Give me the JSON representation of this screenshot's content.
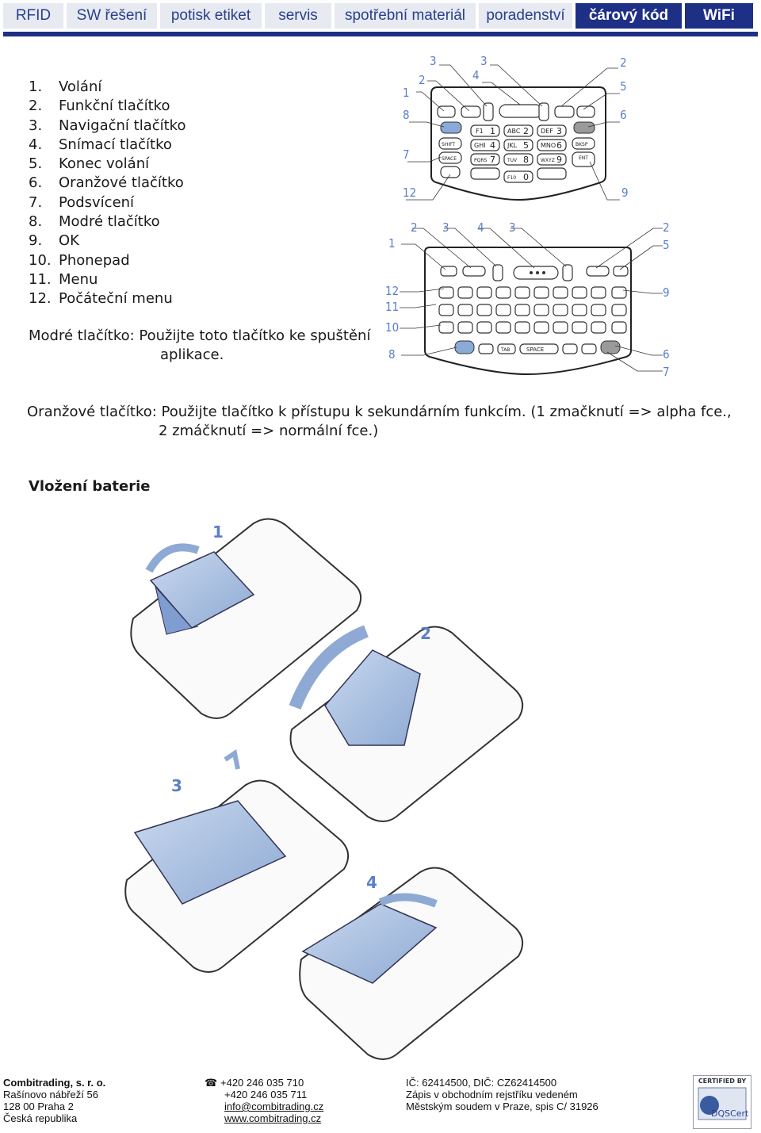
{
  "nav": {
    "tabs": [
      {
        "label": "RFID",
        "active": false
      },
      {
        "label": "SW řešení",
        "active": false
      },
      {
        "label": "potisk etiket",
        "active": false
      },
      {
        "label": "servis",
        "active": false
      },
      {
        "label": "spotřební materiál",
        "active": false
      },
      {
        "label": "poradenství",
        "active": false
      },
      {
        "label": "čárový kód",
        "active": true
      },
      {
        "label": "WiFi",
        "active": false
      }
    ],
    "accent_color": "#1e2f86"
  },
  "keys_list": [
    {
      "num": "1.",
      "label": "Volání"
    },
    {
      "num": "2.",
      "label": "Funkční tlačítko"
    },
    {
      "num": "3.",
      "label": "Navigační tlačítko"
    },
    {
      "num": "4.",
      "label": "Snímací tlačítko"
    },
    {
      "num": "5.",
      "label": "Konec volání"
    },
    {
      "num": "6.",
      "label": "Oranžové tlačítko"
    },
    {
      "num": "7.",
      "label": "Podsvícení"
    },
    {
      "num": "8.",
      "label": "Modré tlačítko"
    },
    {
      "num": "9.",
      "label": "OK"
    },
    {
      "num": "10.",
      "label": "Phonepad"
    },
    {
      "num": "11.",
      "label": "Menu"
    },
    {
      "num": "12.",
      "label": "Počáteční menu"
    }
  ],
  "blue_key": {
    "line1": "Modré tlačítko: Použijte toto tlačítko ke spuštění",
    "line2": "aplikace."
  },
  "orange_key": {
    "line1": "Oranžové tlačítko: Použijte tlačítko k přístupu k sekundárním funkcím. (1 zmačknutí => alpha fce.,",
    "line2": "2 zmáčknutí => normální fce.)"
  },
  "battery_heading": "Vložení baterie",
  "keypad1_callouts": {
    "c3a": "3",
    "c3b": "3",
    "c2a": "2",
    "c4": "4",
    "c2b": "2",
    "c1": "1",
    "c5": "5",
    "c8": "8",
    "c6": "6",
    "c7": "7",
    "c12": "12",
    "c9": "9"
  },
  "keypad1_keys": [
    "F1",
    "ABC",
    "DEF",
    "GHI",
    "JKL",
    "MNO",
    "BKSP",
    "SHIFT",
    "SPACE",
    "PQRS",
    "TUV",
    "WXYZ",
    "ENT",
    "F10"
  ],
  "keypad2_callouts": {
    "c2a": "2",
    "c3a": "3",
    "c4": "4",
    "c3b": "3",
    "c2b": "2",
    "c1": "1",
    "c5": "5",
    "c12": "12",
    "c9": "9",
    "c11": "11",
    "c10": "10",
    "c8": "8",
    "c6": "6",
    "c7": "7"
  },
  "keypad2_keys": [
    "TAB",
    "SPACE"
  ],
  "battery_steps": [
    "1",
    "2",
    "3",
    "4"
  ],
  "footer": {
    "company": "Combitrading, s. r. o.",
    "street": "Rašínovo nábřeží 56",
    "city": "128 00  Praha 2",
    "country": "Česká republika",
    "phone1": "+420 246 035 710",
    "phone2": "+420 246 035 711",
    "email": "info@combitrading.cz",
    "web": "www.combitrading.cz",
    "ids": "IČ: 62414500, DIČ: CZ62414500",
    "register1": "Zápis v obchodním rejstříku vedeném",
    "register2": "Městským soudem v Praze, spis C/ 31926",
    "cert_top": "CERTIFIED BY",
    "cert_logo": "DQSCert"
  }
}
